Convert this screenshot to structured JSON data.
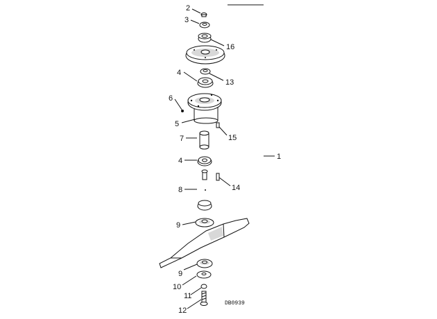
{
  "diagram": {
    "drawing_code": "DB0939",
    "callouts": {
      "c2": "2",
      "c3": "3",
      "c16": "16",
      "c4a": "4",
      "c13": "13",
      "c6": "6",
      "c5": "5",
      "c15": "15",
      "c7": "7",
      "c1": "1",
      "c4b": "4",
      "c14": "14",
      "c8": "8",
      "c9a": "9",
      "c9b": "9",
      "c10": "10",
      "c11": "11",
      "c12": "12"
    }
  }
}
